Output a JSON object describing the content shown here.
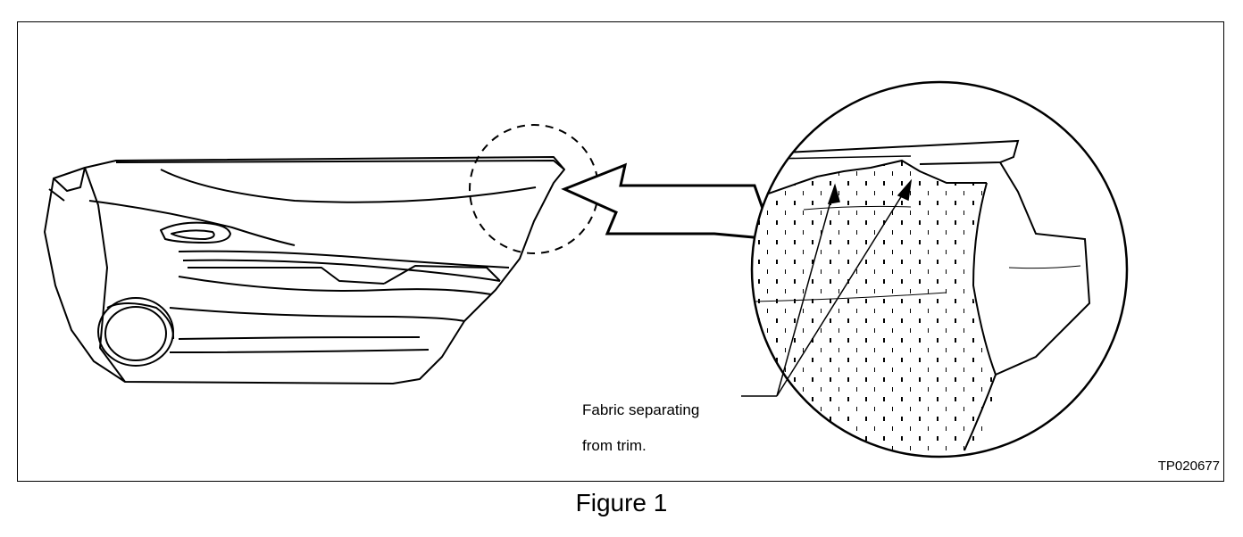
{
  "callout": {
    "line1": "Fabric separating",
    "line2": "from trim."
  },
  "reference_code": "TP020677",
  "caption": "Figure 1"
}
